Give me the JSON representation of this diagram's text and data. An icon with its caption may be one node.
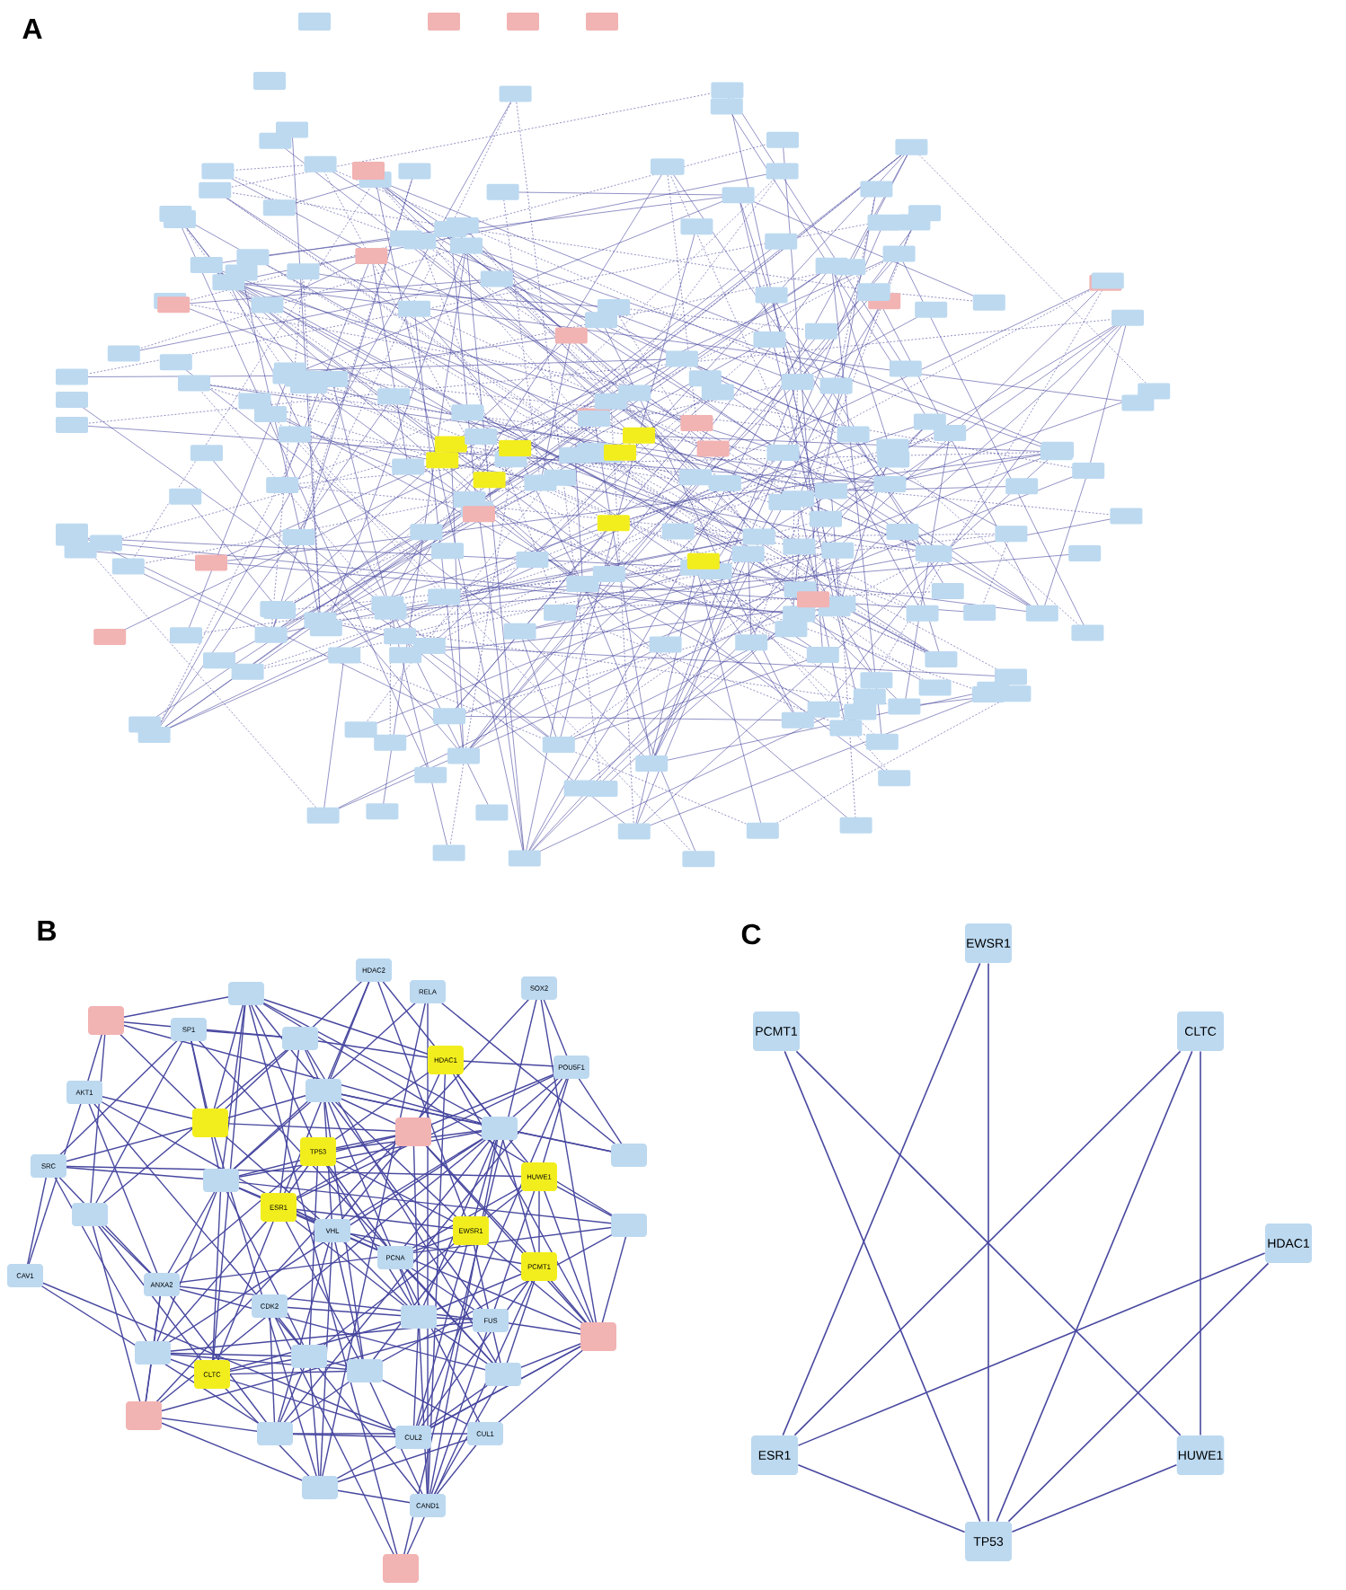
{
  "diagram": {
    "nodes": [
      {
        "text": [
          "HDAC2"
        ]
      },
      {
        "text": [
          "RELA"
        ]
      },
      {
        "text": [
          "SOX2"
        ]
      },
      {
        "text": [],
        "shape": "box"
      },
      {
        "text": [],
        "shape": "box"
      },
      {
        "text": [
          "SP1"
        ]
      },
      {
        "text": [],
        "shape": "box"
      },
      {
        "text": [
          "HDAC1"
        ]
      },
      {
        "text": [
          "POU5F1"
        ]
      },
      {
        "text": [
          "AKT1"
        ]
      },
      {
        "text": [],
        "shape": "box"
      },
      {
        "text": [],
        "shape": "box"
      },
      {
        "text": [],
        "shape": "box"
      },
      {
        "text": [],
        "shape": "box"
      },
      {
        "text": [
          "TP53"
        ]
      },
      {
        "text": [
          "SRC"
        ]
      },
      {
        "text": [],
        "shape": "box"
      },
      {
        "text": [],
        "shape": "box"
      },
      {
        "text": [
          "HUWE1"
        ]
      },
      {
        "text": [
          "ESR1"
        ]
      },
      {
        "text": [],
        "shape": "box"
      },
      {
        "text": [
          "VHL"
        ]
      },
      {
        "text": [
          "EWSR1"
        ]
      },
      {
        "text": [],
        "shape": "box"
      },
      {
        "text": [
          "CAV1"
        ]
      },
      {
        "text": [
          "ANXA2"
        ]
      },
      {
        "text": [
          "PCNA"
        ]
      },
      {
        "text": [
          "PCMT1"
        ]
      },
      {
        "text": [
          "CDK2"
        ]
      },
      {
        "text": [],
        "shape": "box"
      },
      {
        "text": [
          "FUS"
        ]
      },
      {
        "text": [],
        "shape": "box"
      },
      {
        "text": [],
        "shape": "box"
      },
      {
        "text": [
          "CLTC"
        ]
      },
      {
        "text": [],
        "shape": "box"
      },
      {
        "text": [],
        "shape": "box"
      },
      {
        "text": [],
        "shape": "box"
      },
      {
        "text": [],
        "shape": "box"
      },
      {
        "text": [],
        "shape": "box"
      },
      {
        "text": [
          "CUL2"
        ]
      },
      {
        "text": [
          "CUL1"
        ]
      },
      {
        "text": [],
        "shape": "box"
      },
      {
        "text": [
          "CAND1"
        ]
      },
      {
        "text": [],
        "shape": "box"
      },
      {
        "text": [
          "EWSR1"
        ]
      },
      {
        "text": [
          "PCMT1"
        ]
      },
      {
        "text": [
          "CLTC"
        ]
      },
      {
        "text": [
          "HDAC1"
        ]
      },
      {
        "text": [
          "ESR1"
        ]
      },
      {
        "text": [
          "HUWE1"
        ]
      },
      {
        "text": [
          "TP53"
        ]
      }
    ],
    "edges": [
      {
        "from": 44,
        "to": 48,
        "arrow": "none"
      },
      {
        "from": 44,
        "to": 50,
        "arrow": "none"
      },
      {
        "from": 45,
        "to": 50,
        "arrow": "none"
      },
      {
        "from": 45,
        "to": 49,
        "arrow": "none"
      },
      {
        "from": 46,
        "to": 48,
        "arrow": "none"
      },
      {
        "from": 46,
        "to": 50,
        "arrow": "none"
      },
      {
        "from": 46,
        "to": 49,
        "arrow": "none"
      },
      {
        "from": 47,
        "to": 48,
        "arrow": "none"
      },
      {
        "from": 47,
        "to": 50,
        "arrow": "none"
      },
      {
        "from": 48,
        "to": 50,
        "arrow": "none"
      },
      {
        "from": 49,
        "to": 50,
        "arrow": "none"
      }
    ],
    "labels": [
      "A",
      "B",
      "C"
    ]
  }
}
